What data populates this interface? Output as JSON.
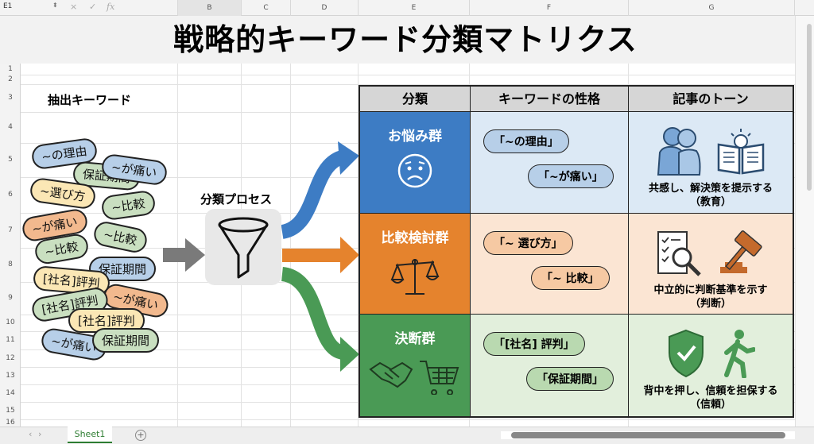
{
  "formula_bar": {
    "name_box": "E1",
    "cancel_icon": "×",
    "enter_icon": "✓",
    "fx_label": "fx",
    "formula": ""
  },
  "columns": [
    "B",
    "C",
    "D",
    "E",
    "F",
    "G"
  ],
  "rows": [
    "1",
    "2",
    "3",
    "4",
    "5",
    "6",
    "7",
    "8",
    "9",
    "10",
    "11",
    "12",
    "13",
    "14",
    "15",
    "16"
  ],
  "title": "戦略的キーワード分類マトリクス",
  "extracted": {
    "label": "抽出キーワード",
    "pills": [
      {
        "text": "保証期間",
        "color": "#c9dfc0"
      },
      {
        "text": "~の理由",
        "color": "#b7cfe8"
      },
      {
        "text": "~が痛い",
        "color": "#b7cfe8"
      },
      {
        "text": "~選び方",
        "color": "#fbe7b5"
      },
      {
        "text": "~比較",
        "color": "#c9dfc0"
      },
      {
        "text": "~が痛い",
        "color": "#f2b98e"
      },
      {
        "text": "~比較",
        "color": "#c9dfc0"
      },
      {
        "text": "~比較",
        "color": "#c9dfc0"
      },
      {
        "text": "保証期間",
        "color": "#b7cfe8"
      },
      {
        "text": "[社名]評判",
        "color": "#fbe7b5"
      },
      {
        "text": "~が痛い",
        "color": "#f2b98e"
      },
      {
        "text": "[社名]評判",
        "color": "#c9dfc0"
      },
      {
        "text": "[社名]評判",
        "color": "#fbe7b5"
      },
      {
        "text": "~が痛い",
        "color": "#b7cfe8"
      },
      {
        "text": "保証期間",
        "color": "#c9dfc0"
      }
    ]
  },
  "process": {
    "label": "分類プロセス",
    "icon": "funnel-icon"
  },
  "table": {
    "headers": [
      "分類",
      "キーワードの性格",
      "記事のトーン"
    ],
    "rows": [
      {
        "category": "お悩み群",
        "icon": "worried-face-icon",
        "color": "#3d7cc4",
        "bg": "#dce9f5",
        "pill": "#b7cfe8",
        "keywords": [
          "「~の理由」",
          "「~が痛い」"
        ],
        "tone": "共感し、解決策を提示する",
        "tone_sub": "（教育）"
      },
      {
        "category": "比較検討群",
        "icon": "scales-icon",
        "color": "#e5832d",
        "bg": "#fbe5d3",
        "pill": "#f6c9a3",
        "keywords": [
          "「~ 選び方」",
          "「~ 比較」"
        ],
        "tone": "中立的に判断基準を示す",
        "tone_sub": "（判断）"
      },
      {
        "category": "決断群",
        "icon": "handshake-cart-icon",
        "color": "#4a9a55",
        "bg": "#e2efdc",
        "pill": "#b9d9b0",
        "keywords": [
          "「[社名] 評判」",
          "「保証期間」"
        ],
        "tone": "背中を押し、信頼を担保する",
        "tone_sub": "（信頼）"
      }
    ]
  },
  "sheet_tab": "Sheet1",
  "add_sheet": "+"
}
